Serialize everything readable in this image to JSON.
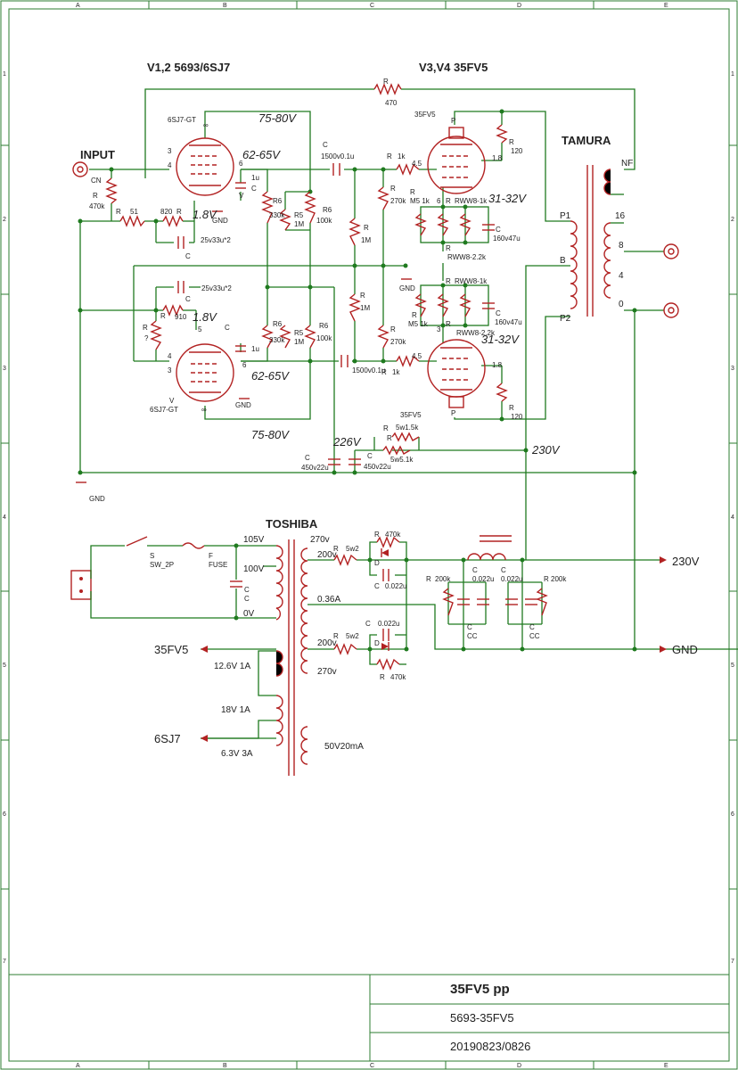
{
  "frame": {
    "col_labels": [
      "A",
      "B",
      "C",
      "D",
      "E"
    ],
    "row_labels": [
      "1",
      "2",
      "3",
      "4",
      "5",
      "6",
      "7"
    ]
  },
  "headings": {
    "preamp": "V1,2 5693/6SJ7",
    "power": "V3,V4 35FV5",
    "input": "INPUT",
    "output_transformer": "TAMURA",
    "power_transformer": "TOSHIBA"
  },
  "voltages": {
    "plate_v1": "75-80V",
    "plate_v2": "75-80V",
    "screen_v1": "62-65V",
    "screen_v2": "62-65V",
    "cathode_v1": "1.8V",
    "cathode_v2": "1.8V",
    "cathode_v3": "31-32V",
    "cathode_v4": "31-32V",
    "b_plus_mid": "226V",
    "b_plus_top": "230V",
    "psu_out": "230V",
    "gnd_out": "GND"
  },
  "tube_labels": {
    "v1": "6SJ7-GT",
    "v2": "6SJ7-GT",
    "v3": "35FV5",
    "v4": "35FV5",
    "v_mark": "V"
  },
  "parts": {
    "r_feedback": "470",
    "r_in": "470k",
    "cn": "CN",
    "r_series": "51",
    "r_cath1": "820",
    "r_cath2": "910",
    "r_q": "?",
    "c_cath1": "25v33u*2",
    "c_cath2": "25v33u*2",
    "c_screen1": "1u",
    "c_screen2": "1u",
    "r6": "R6",
    "r5": "R5",
    "r330k": "330k",
    "r1m": "1M",
    "r100k": "100k",
    "c_coup1": "1500v0.1u",
    "c_coup2": "1500v0.1u",
    "r_grid": "1k",
    "r_g2": "4.5",
    "r_leak": "270k",
    "r_screen": "120",
    "r_scr_lbl": "1.8",
    "m5": "M5 1k",
    "rww1": "RWW8-1k",
    "rww2": "RWW8-2.2k",
    "c_cath_pwr": "160v47u",
    "ps_r1": "5w1.5k",
    "ps_r2": "5w5.1k",
    "ps_c": "450v22u",
    "gnd": "GND",
    "r": "R",
    "c": "C",
    "d": "D",
    "p": "P",
    "s": "S",
    "f": "F",
    "cc": "CC",
    "tube_3": "3",
    "tube_4": "4",
    "tube_5": "5",
    "tube_6": "6",
    "tube_8": "8",
    "tube_loop": "∞"
  },
  "output_taps": {
    "nf": "NF",
    "p1": "P1",
    "b": "B",
    "p2": "P2",
    "t16": "16",
    "t8": "8",
    "t4": "4",
    "t0": "0"
  },
  "psu": {
    "switch": "SW_2P",
    "fuse": "FUSE",
    "v105": "105V",
    "v100": "100V",
    "v0": "0V",
    "v270a": "270v",
    "v200a": "200v",
    "v036": "0.36A",
    "v200b": "200v",
    "v270b": "270v",
    "r5w2": "5w2",
    "r470k": "470k",
    "c0022": "0.022u",
    "r200k": "200k",
    "h_35fv5": "35FV5",
    "h_6sj7": "6SJ7",
    "h126": "12.6V  1A",
    "h18": "18V  1A",
    "h63": "6.3V  3A",
    "v50": "50V20mA"
  },
  "title_block": {
    "title": "35FV5 pp",
    "subtitle": "5693-35FV5",
    "date": "20190823/0826"
  }
}
